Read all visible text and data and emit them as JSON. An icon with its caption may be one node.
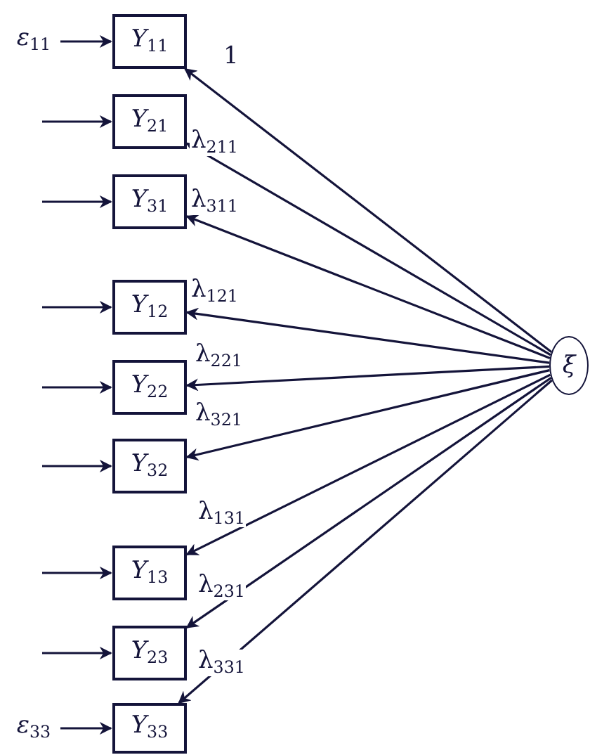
{
  "diagram": {
    "nodes": [
      {
        "text": [
          "*ε*$_{11}$"
        ]
      },
      {
        "text": [
          "*Y*$_{11}$"
        ]
      },
      {
        "text": [
          "*Y*$_{21}$"
        ]
      },
      {
        "text": [
          "*Y*$_{31}$"
        ]
      },
      {
        "text": [
          "*Y*$_{12}$"
        ]
      },
      {
        "text": [
          "*Y*$_{22}$"
        ]
      },
      {
        "text": [
          "*Y*$_{32}$"
        ]
      },
      {
        "text": [
          "*Y*$_{13}$"
        ]
      },
      {
        "text": [
          "*Y*$_{23}$"
        ]
      },
      {
        "text": [
          "*Y*$_{33}$"
        ]
      },
      {
        "text": [
          "*ε*$_{33}$"
        ]
      },
      {
        "text": [
          "ξ"
        ]
      }
    ],
    "edges": [
      {
        "from": 0,
        "to": 1,
        "arrow": "to"
      },
      {
        "from": null,
        "to": 2,
        "arrow": "to"
      },
      {
        "from": null,
        "to": 3,
        "arrow": "to"
      },
      {
        "from": null,
        "to": 4,
        "arrow": "to"
      },
      {
        "from": null,
        "to": 5,
        "arrow": "to"
      },
      {
        "from": null,
        "to": 6,
        "arrow": "to"
      },
      {
        "from": null,
        "to": 7,
        "arrow": "to"
      },
      {
        "from": null,
        "to": 8,
        "arrow": "to"
      },
      {
        "from": 10,
        "to": 9,
        "arrow": "to"
      },
      {
        "from": 11,
        "to": 1,
        "arrow": "to",
        "label": "1"
      },
      {
        "from": 11,
        "to": 2,
        "arrow": "to",
        "label": "λ$_{211}$"
      },
      {
        "from": 11,
        "to": 3,
        "arrow": "to",
        "label": "λ$_{311}$"
      },
      {
        "from": 11,
        "to": 4,
        "arrow": "to",
        "label": "λ$_{121}$"
      },
      {
        "from": 11,
        "to": 5,
        "arrow": "to",
        "label": "λ$_{221}$"
      },
      {
        "from": 11,
        "to": 6,
        "arrow": "to",
        "label": "λ$_{321}$"
      },
      {
        "from": 11,
        "to": 7,
        "arrow": "to",
        "label": "λ$_{131}$"
      },
      {
        "from": 11,
        "to": 8,
        "arrow": "to",
        "label": "λ$_{231}$"
      },
      {
        "from": 11,
        "to": 9,
        "arrow": "to",
        "label": "λ$_{331}$"
      }
    ]
  }
}
